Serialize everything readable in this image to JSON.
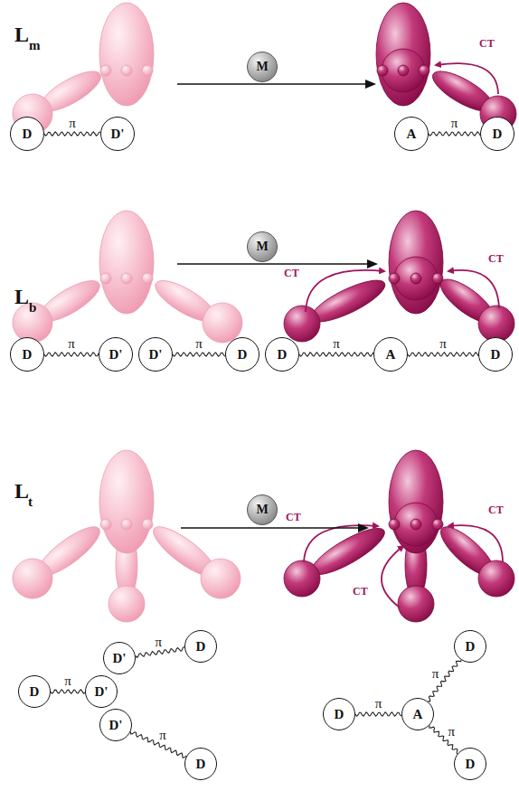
{
  "diagram": {
    "nodes": [
      {
        "text": [
          "M"
        ]
      },
      {
        "text": [
          "D"
        ]
      },
      {
        "text": [
          "D'"
        ]
      },
      {
        "text": [
          "A"
        ]
      },
      {
        "text": [
          "D"
        ]
      },
      {
        "text": [
          "M"
        ]
      },
      {
        "text": [
          "D"
        ]
      },
      {
        "text": [
          "D'"
        ]
      },
      {
        "text": [
          "D'"
        ]
      },
      {
        "text": [
          "D"
        ]
      },
      {
        "text": [
          "D"
        ]
      },
      {
        "text": [
          "A"
        ]
      },
      {
        "text": [
          "D"
        ]
      },
      {
        "text": [
          "M"
        ]
      },
      {
        "text": [
          "D"
        ]
      },
      {
        "text": [
          "D"
        ]
      },
      {
        "text": [
          "D'"
        ]
      },
      {
        "text": [
          "D'"
        ]
      },
      {
        "text": [
          "D'"
        ]
      },
      {
        "text": [
          "D"
        ]
      },
      {
        "text": [
          "D"
        ]
      },
      {
        "text": [
          "D"
        ]
      },
      {
        "text": [
          "A"
        ]
      },
      {
        "text": [
          "D"
        ]
      }
    ],
    "edges": [
      {
        "from": 1,
        "to": 2,
        "arrow": "none",
        "label": "π"
      },
      {
        "from": 3,
        "to": 4,
        "arrow": "none",
        "label": "π"
      },
      {
        "from": 6,
        "to": 7,
        "arrow": "none",
        "label": "π"
      },
      {
        "from": 8,
        "to": 9,
        "arrow": "none",
        "label": "π"
      },
      {
        "from": 10,
        "to": 11,
        "arrow": "none",
        "label": "π"
      },
      {
        "from": 11,
        "to": 12,
        "arrow": "none",
        "label": "π"
      },
      {
        "from": 16,
        "to": 14,
        "arrow": "none",
        "label": "π"
      },
      {
        "from": 15,
        "to": 17,
        "arrow": "none",
        "label": "π"
      },
      {
        "from": 18,
        "to": 19,
        "arrow": "none",
        "label": "π"
      },
      {
        "from": 21,
        "to": 22,
        "arrow": "none",
        "label": "π"
      },
      {
        "from": 22,
        "to": 20,
        "arrow": "none",
        "label": "π"
      },
      {
        "from": 22,
        "to": 23,
        "arrow": "none",
        "label": "π"
      }
    ],
    "labels": [
      "L",
      "m",
      "CT",
      "L",
      "b",
      "CT",
      "CT",
      "L",
      "t",
      "CT",
      "CT",
      "CT"
    ]
  }
}
